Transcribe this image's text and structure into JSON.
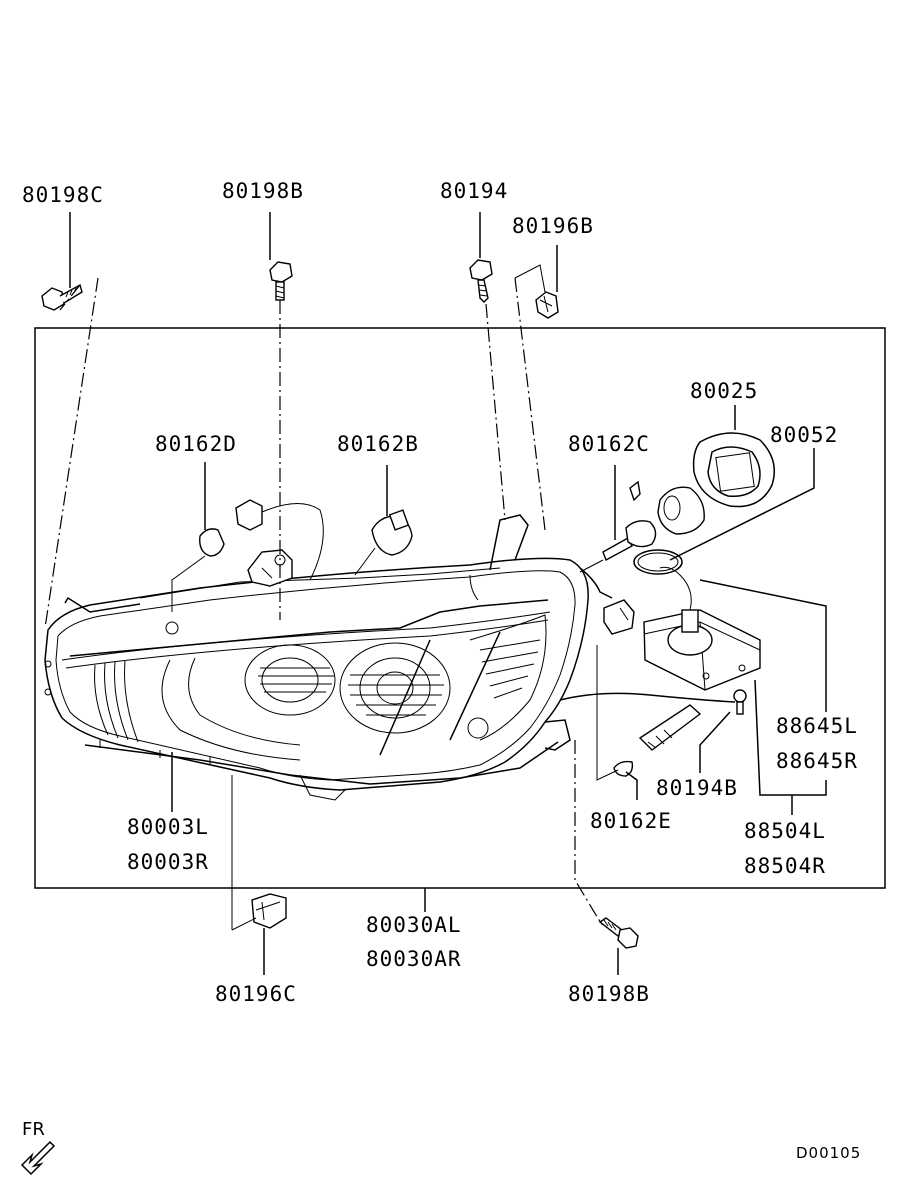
{
  "labels": {
    "bolt_top_left": "80198C",
    "bolt_top_mid": "80198B",
    "bolt_top_right": "80194",
    "clip_top": "80196B",
    "cover_ring": "80025",
    "seal_ring": "80052",
    "bulb_d": "80162D",
    "bulb_b": "80162B",
    "bulb_c": "80162C",
    "housing_l": "80003L",
    "housing_r": "80003R",
    "bulb_e": "80162E",
    "bolt_b": "80194B",
    "igniter_l": "88645L",
    "igniter_r": "88645R",
    "ballast_l": "88504L",
    "ballast_r": "88504R",
    "assy_l": "80030AL",
    "assy_r": "80030AR",
    "clip_bottom": "80196C",
    "bolt_bottom": "80198B"
  },
  "direction_marker": "FR",
  "drawing_code": "D00105"
}
